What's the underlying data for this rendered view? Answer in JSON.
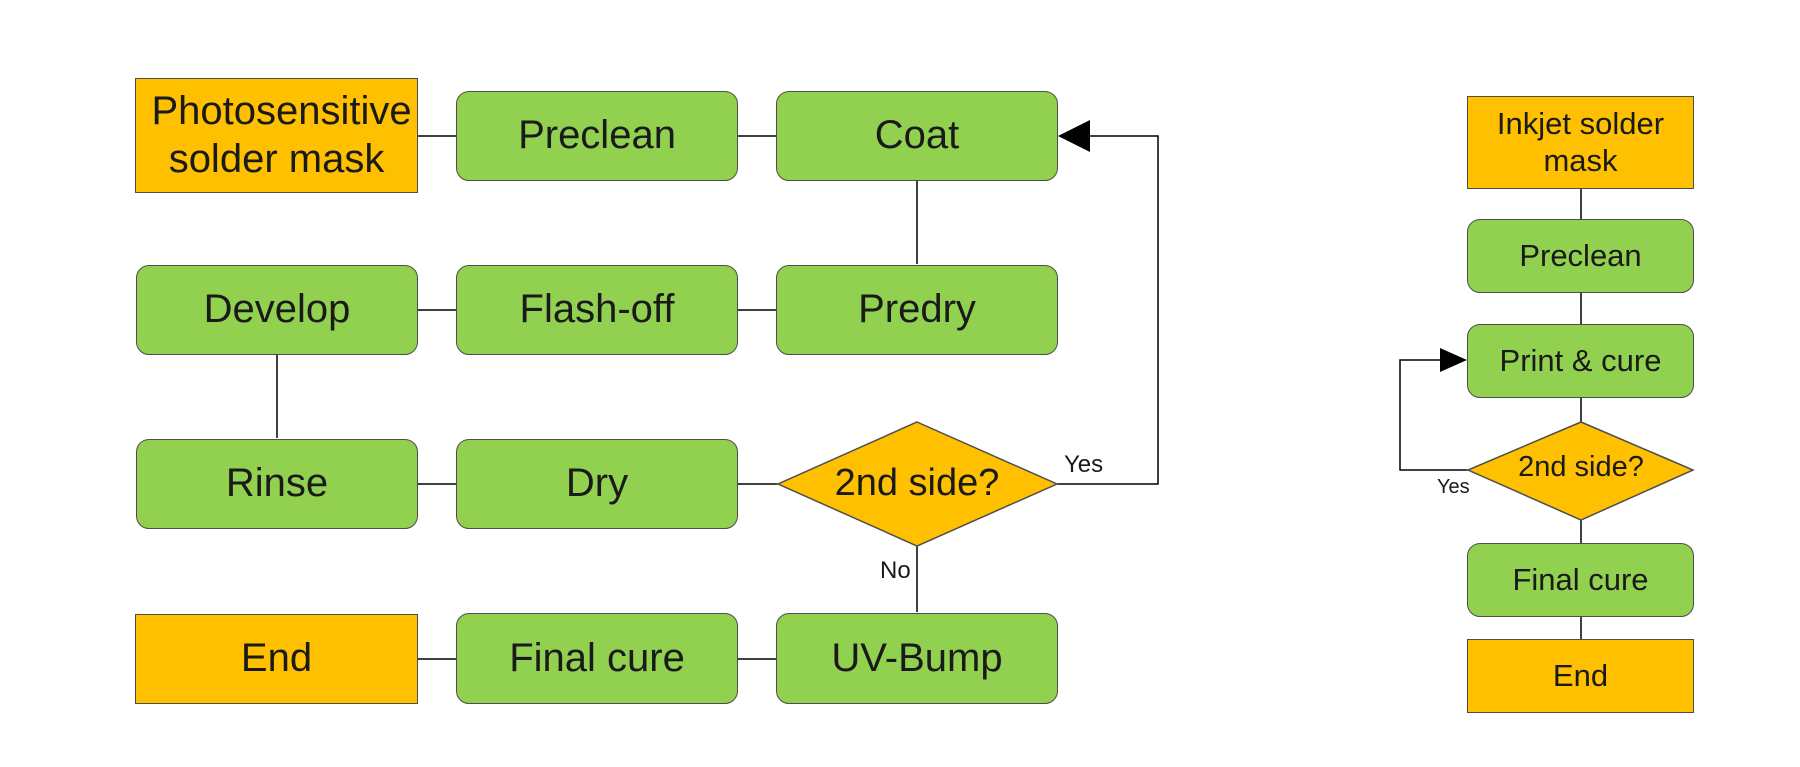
{
  "flow1": {
    "start": "Photosensitive solder mask",
    "steps": {
      "preclean": "Preclean",
      "coat": "Coat",
      "predry": "Predry",
      "flashoff": "Flash-off",
      "develop": "Develop",
      "rinse": "Rinse",
      "dry": "Dry",
      "uvbump": "UV-Bump",
      "finalcure": "Final cure"
    },
    "decision": "2nd side?",
    "yes_label": "Yes",
    "no_label": "No",
    "end": "End"
  },
  "flow2": {
    "start": "Inkjet solder mask",
    "steps": {
      "preclean": "Preclean",
      "printcure": "Print & cure",
      "finalcure": "Final cure"
    },
    "decision": "2nd side?",
    "yes_label": "Yes",
    "end": "End"
  },
  "colors": {
    "process": "#92d050",
    "terminal": "#ffc000",
    "line": "#000000"
  }
}
